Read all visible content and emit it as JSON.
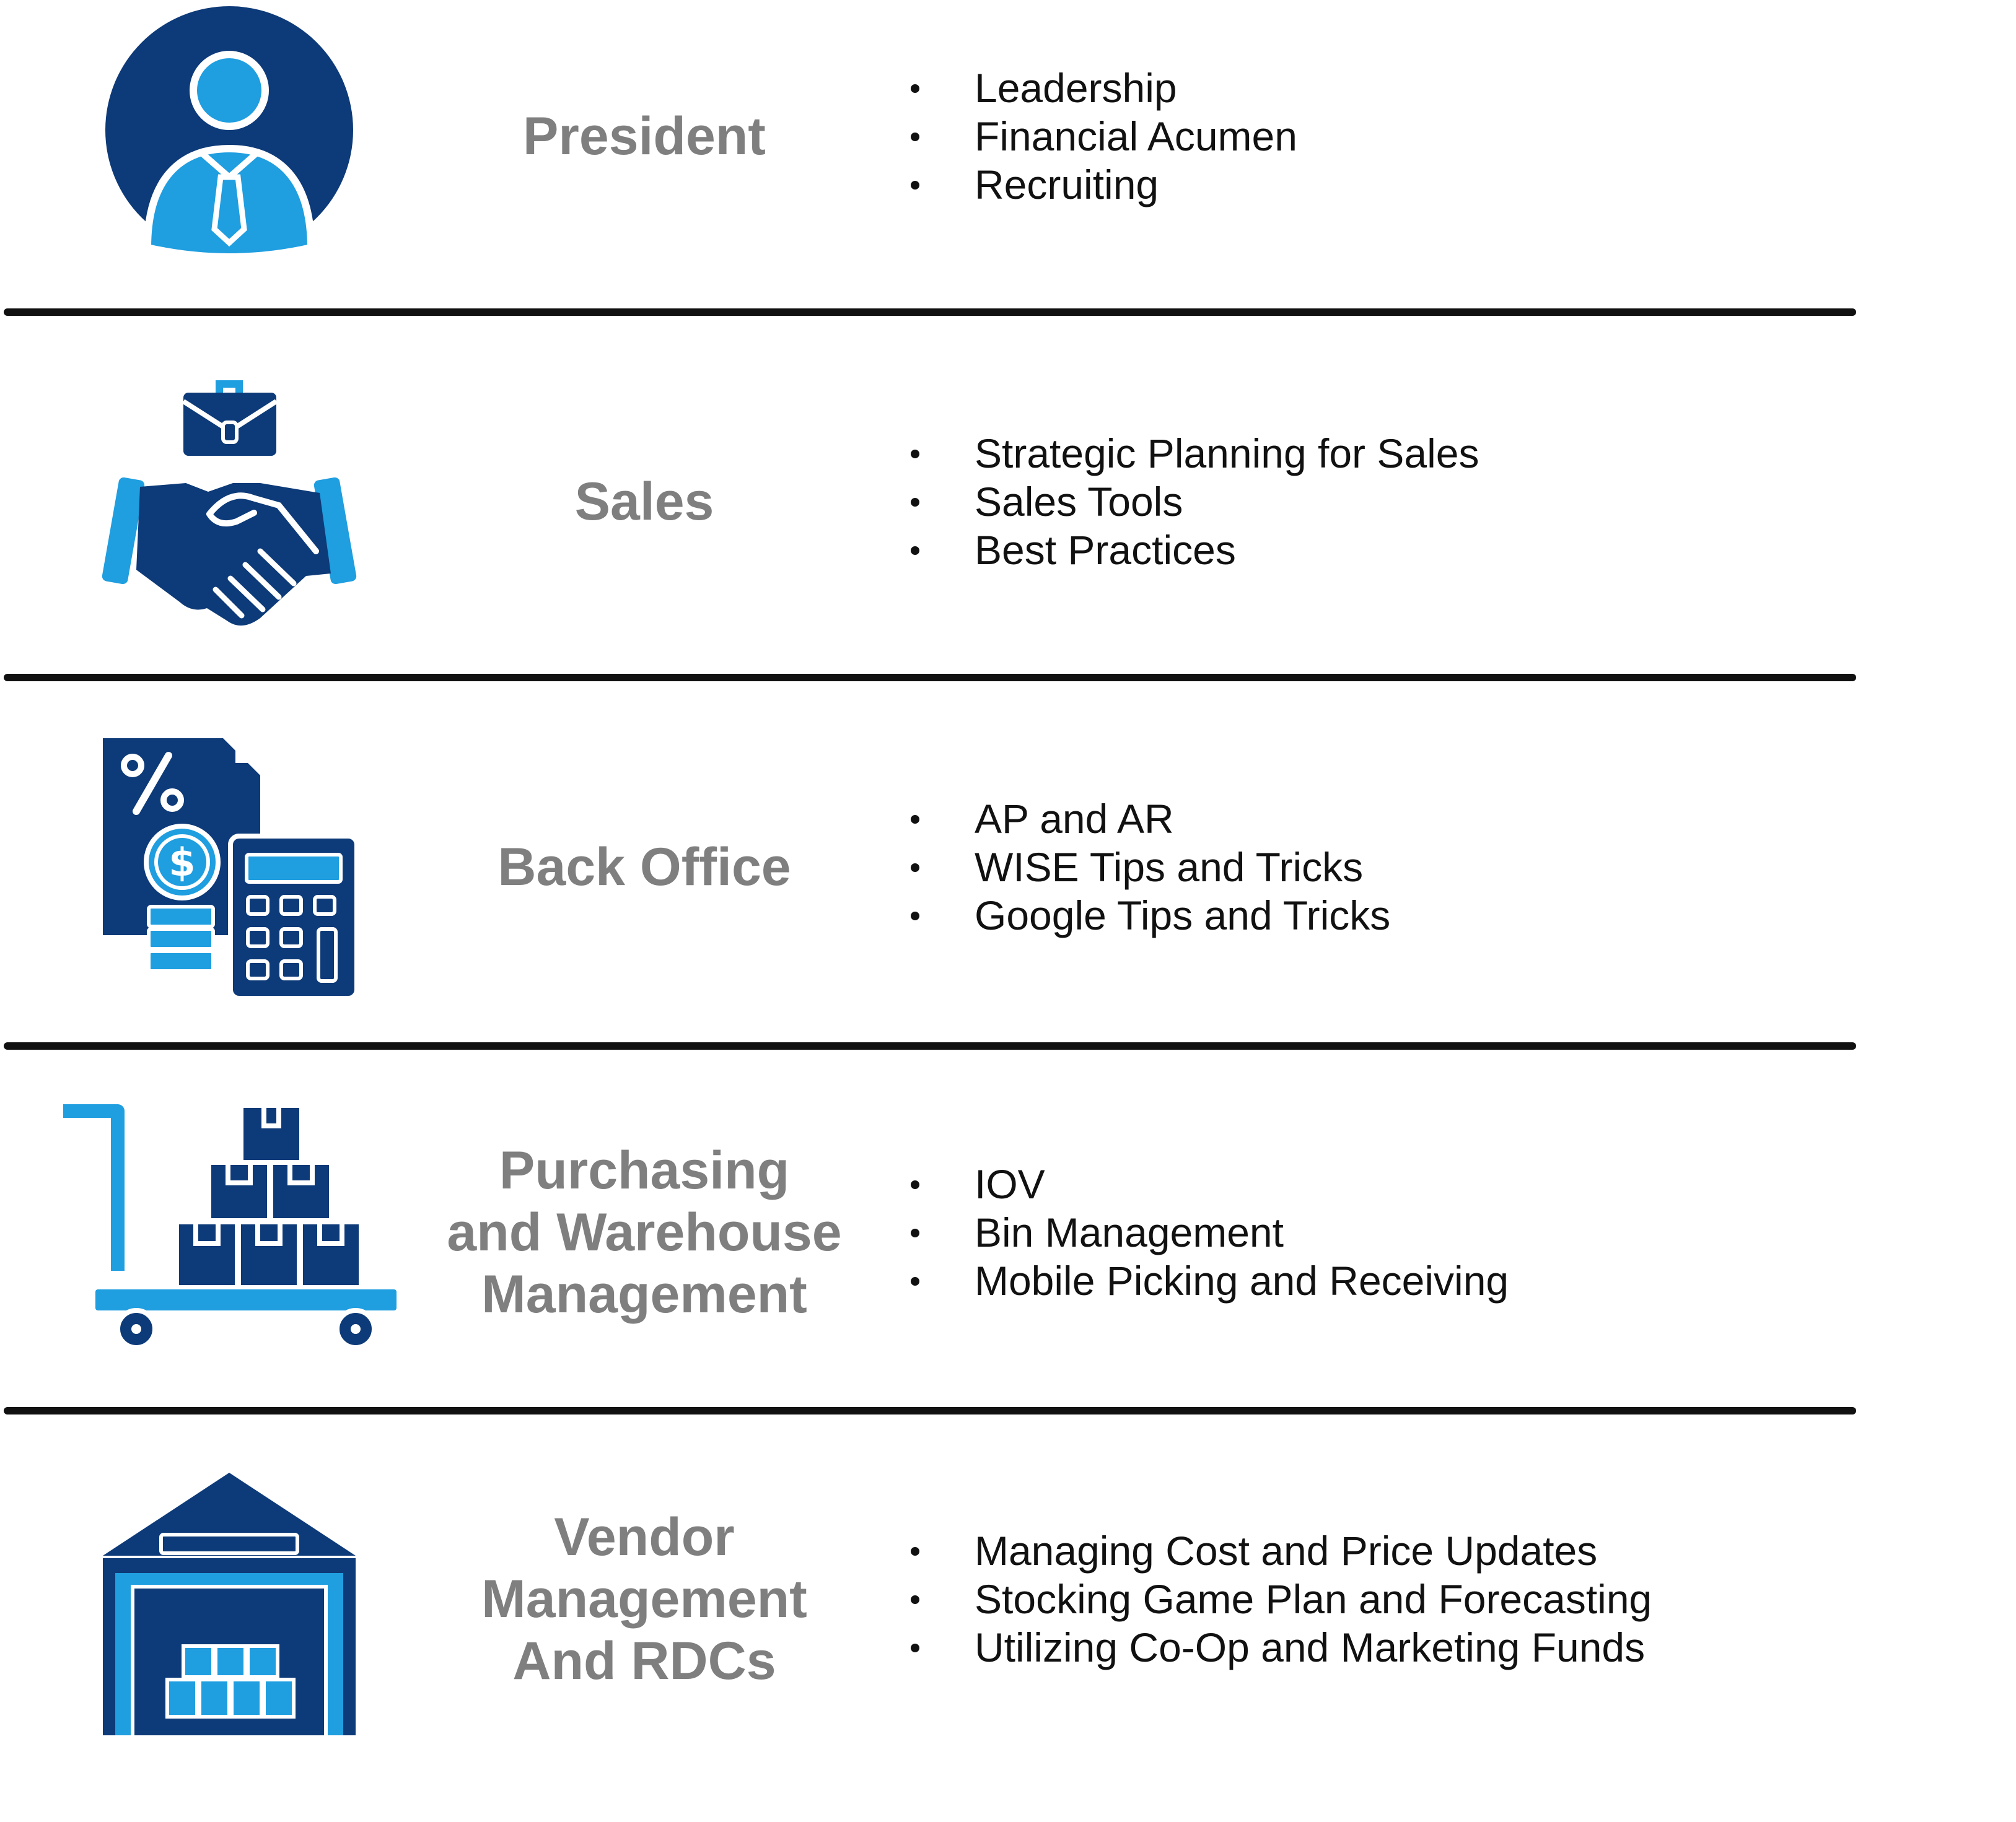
{
  "colors": {
    "dark_blue": "#0d3a78",
    "light_blue": "#1f9ee0",
    "role_text": "#7f7f7f",
    "topic_text": "#111111",
    "divider": "#111111"
  },
  "rows": [
    {
      "icon": "person-with-tie-icon",
      "role_lines": [
        "President"
      ],
      "topics": [
        "Leadership",
        "Financial Acumen",
        "Recruiting"
      ]
    },
    {
      "icon": "handshake-briefcase-icon",
      "role_lines": [
        "Sales"
      ],
      "topics": [
        "Strategic Planning for Sales",
        "Sales Tools",
        "Best Practices"
      ]
    },
    {
      "icon": "invoice-calculator-icon",
      "role_lines": [
        "Back Office"
      ],
      "topics": [
        "AP and AR",
        "WISE Tips and Tricks",
        "Google Tips and Tricks"
      ]
    },
    {
      "icon": "hand-truck-boxes-icon",
      "role_lines": [
        "Purchasing",
        "and Warehouse",
        "Management"
      ],
      "topics": [
        "IOV",
        "Bin Management",
        "Mobile Picking and Receiving"
      ]
    },
    {
      "icon": "warehouse-icon",
      "role_lines": [
        "Vendor",
        "Management",
        "And RDCs"
      ],
      "topics": [
        "Managing Cost and Price Updates",
        "Stocking Game Plan and Forecasting",
        "Utilizing Co-Op and Marketing Funds"
      ]
    }
  ]
}
